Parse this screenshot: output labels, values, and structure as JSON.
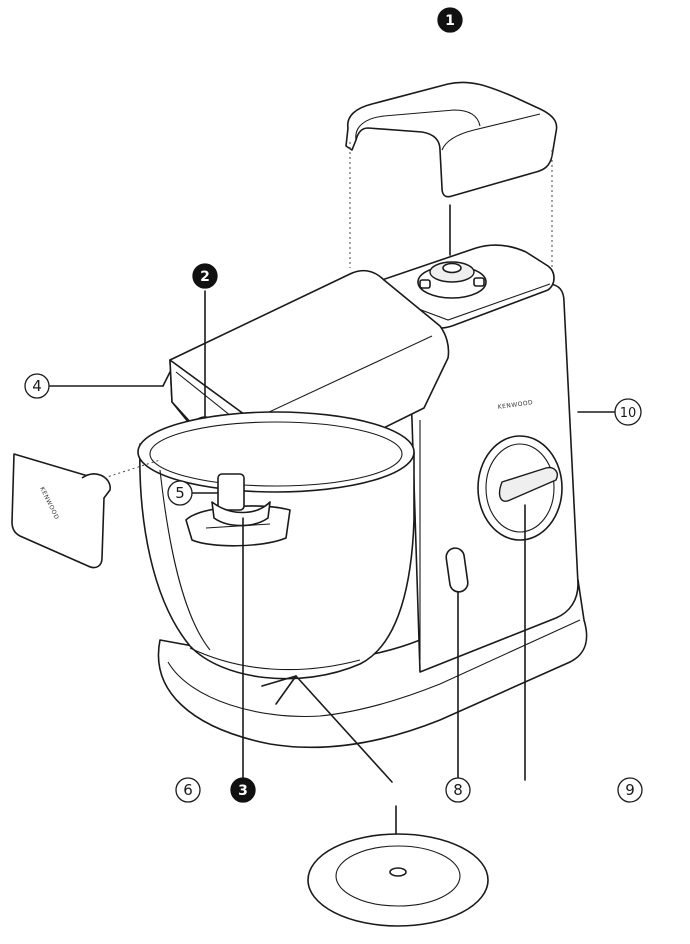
{
  "callouts": [
    {
      "id": "1",
      "label": "1",
      "style": "solid"
    },
    {
      "id": "2",
      "label": "2",
      "style": "solid"
    },
    {
      "id": "3",
      "label": "3",
      "style": "solid"
    },
    {
      "id": "4",
      "label": "4",
      "style": "open"
    },
    {
      "id": "5",
      "label": "5",
      "style": "open"
    },
    {
      "id": "6",
      "label": "6",
      "style": "open"
    },
    {
      "id": "8",
      "label": "8",
      "style": "open"
    },
    {
      "id": "9",
      "label": "9",
      "style": "open"
    },
    {
      "id": "10",
      "label": "10",
      "style": "open"
    }
  ],
  "brand": {
    "outlet_cover": "KENWOOD",
    "body": "KENWOOD"
  },
  "icons": [
    "stand-mixer-illustration",
    "splash-guard-disc-icon"
  ]
}
